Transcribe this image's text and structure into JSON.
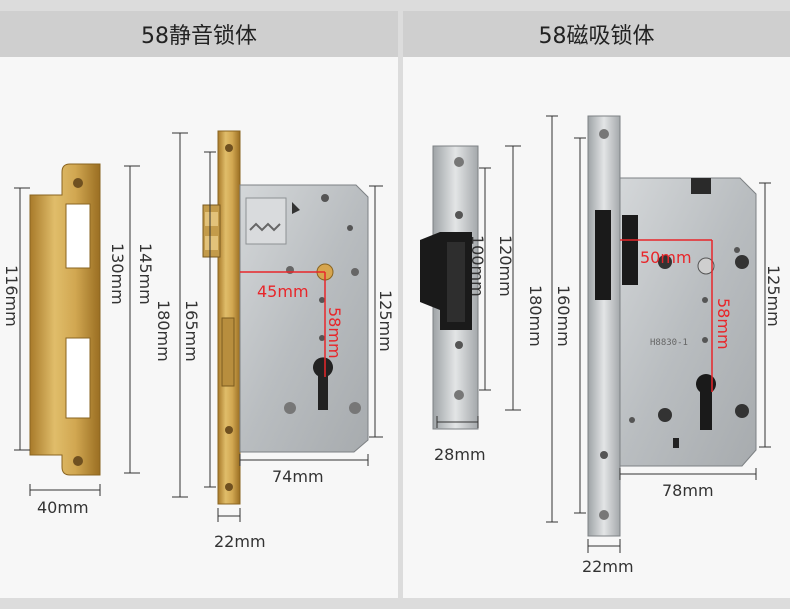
{
  "panels": {
    "left": {
      "title": "58静音锁体"
    },
    "right": {
      "title": "58磁吸锁体"
    }
  },
  "dimensions": {
    "left_strike_height_116": "116mm",
    "left_strike_height_130": "130mm",
    "left_strike_width_40": "40mm",
    "left_body_height_145": "145mm",
    "left_body_height_180": "180mm",
    "left_body_height_165": "165mm",
    "left_body_height_125": "125mm",
    "left_backset_45": "45mm",
    "left_center_58": "58mm",
    "left_case_width_74": "74mm",
    "left_faceplate_width_22": "22mm",
    "right_strike_height_120": "120mm",
    "right_strike_height_100": "100mm",
    "right_strike_width_28": "28mm",
    "right_body_height_180": "180mm",
    "right_body_height_160": "160mm",
    "right_body_height_125": "125mm",
    "right_backset_50": "50mm",
    "right_center_58": "58mm",
    "right_case_width_78": "78mm",
    "right_faceplate_width_22": "22mm"
  },
  "case_stamp": "H8830-1",
  "colors": {
    "dimension_line": "#333333",
    "highlight": "#e8262a",
    "brass": "#c9a24e",
    "steel": "#bfc3c6"
  }
}
